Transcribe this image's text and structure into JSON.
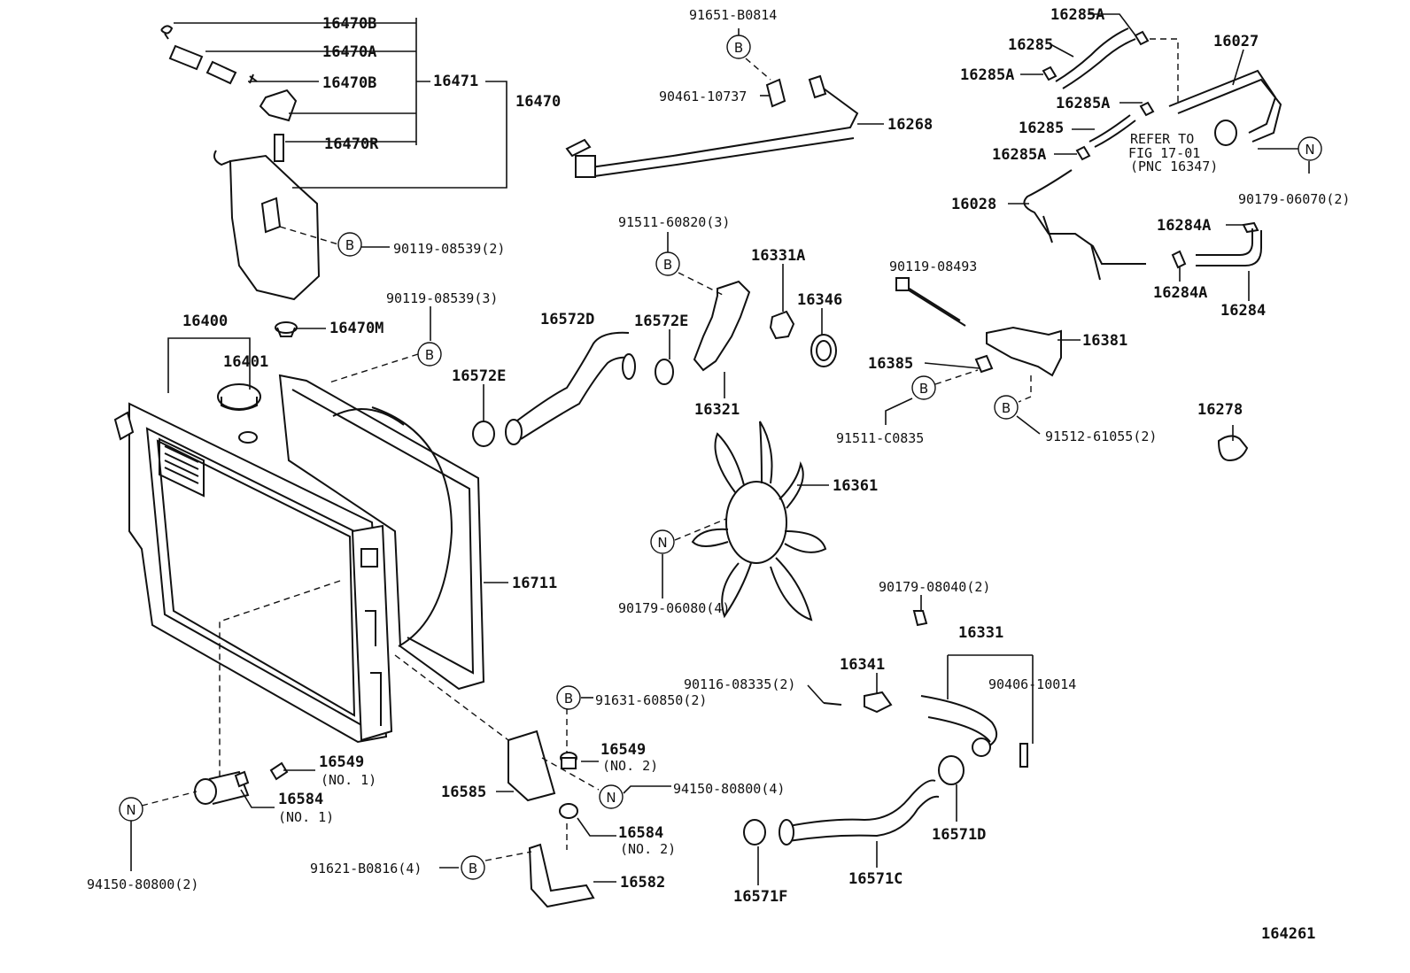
{
  "labels": {
    "p16470B_a": "16470B",
    "p16470A": "16470A",
    "p16470B_b": "16470B",
    "p16471": "16471",
    "p16470": "16470",
    "p16470R": "16470R",
    "b90119_08539_2": "90119-08539(2)",
    "p16470M": "16470M",
    "b90119_08539_3": "90119-08539(3)",
    "p16400": "16400",
    "p16401": "16401",
    "p16711": "16711",
    "p16549_1": "16549",
    "no1_a": "(NO. 1)",
    "p16584_1": "16584",
    "no1_b": "(NO. 1)",
    "n94150_80800_2": "94150-80800(2)",
    "b91651_B0814": "91651-B0814",
    "b90461_10737": "90461-10737",
    "p16268": "16268",
    "b91511_60820": "91511-60820(3)",
    "p16331A": "16331A",
    "p16346": "16346",
    "p16572D": "16572D",
    "p16572E_a": "16572E",
    "p16572E_b": "16572E",
    "p16321": "16321",
    "p16361": "16361",
    "n90179_06080": "90179-06080(4)",
    "p16285A_a": "16285A",
    "p16285_a": "16285",
    "p16285A_b": "16285A",
    "p16027": "16027",
    "p16285A_c": "16285A",
    "p16285_b": "16285",
    "p16285A_d": "16285A",
    "refer1": "REFER TO",
    "refer2": "FIG 17-01",
    "refer3": "(PNC 16347)",
    "n90179_06070": "90179-06070(2)",
    "p16028": "16028",
    "p16284A_a": "16284A",
    "p16284A_b": "16284A",
    "p16284": "16284",
    "b90119_08493": "90119-08493",
    "p16381": "16381",
    "p16385": "16385",
    "b91511_C0835": "91511-C0835",
    "b91512_61055": "91512-61055(2)",
    "p16278": "16278",
    "b90179_08040": "90179-08040(2)",
    "p16331": "16331",
    "p16341": "16341",
    "b90116_08335": "90116-08335(2)",
    "b90406_10014": "90406-10014",
    "b91631_60850": "91631-60850(2)",
    "p16549_2": "16549",
    "no2_a": "(NO. 2)",
    "p16585": "16585",
    "n94150_80800_4": "94150-80800(4)",
    "p16584_2": "16584",
    "no2_b": "(NO. 2)",
    "b91621_B0816": "91621-B0816(4)",
    "p16582": "16582",
    "p16571F": "16571F",
    "p16571C": "16571C",
    "p16571D": "16571D",
    "figure_id": "164261"
  },
  "markers": {
    "bolt": "B",
    "nut": "N"
  }
}
